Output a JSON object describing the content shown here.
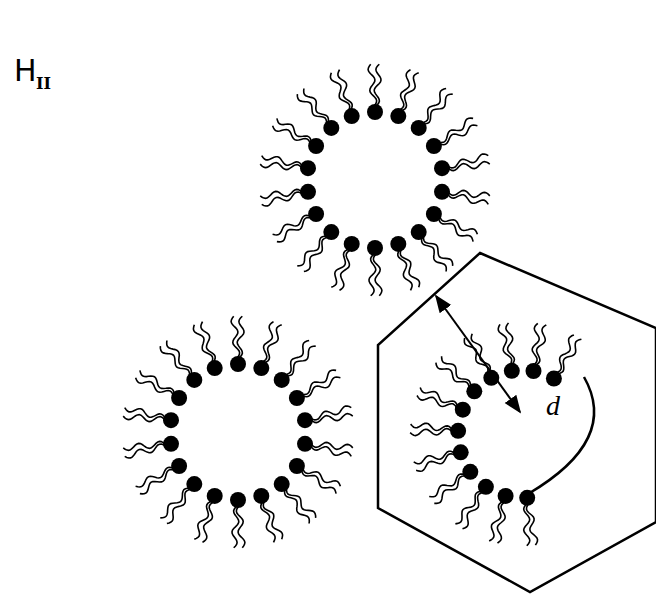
{
  "diagram": {
    "labels": [
      "H",
      "II",
      "d"
    ]
  }
}
